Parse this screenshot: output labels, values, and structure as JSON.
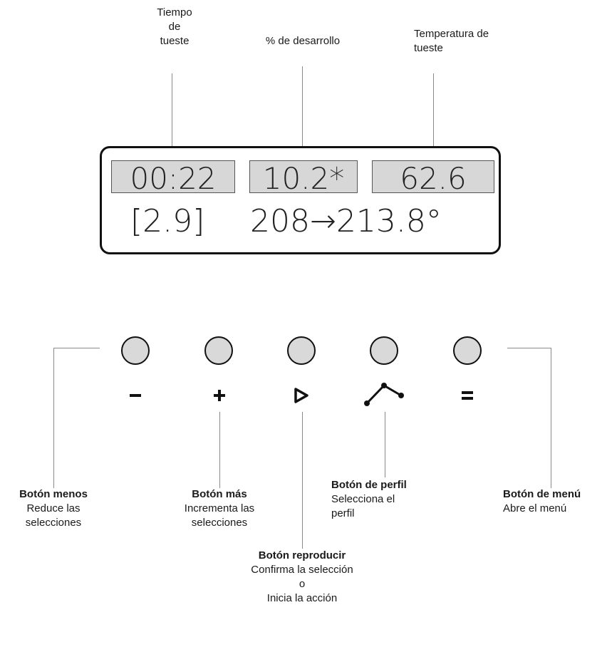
{
  "callouts_top": {
    "time": [
      "Tiempo",
      "de",
      "tueste"
    ],
    "development": "% de desarrollo",
    "temperature": [
      "Temperatura de",
      "tueste"
    ]
  },
  "display": {
    "time": "00:22",
    "development": "10.2*",
    "temperature": "62.6",
    "bracket_value": "[2.9]",
    "temp_range": "208→213.8°"
  },
  "buttons": [
    {
      "symbol": "minus-icon",
      "title": "Botón menos",
      "desc": [
        "Reduce las",
        "selecciones"
      ]
    },
    {
      "symbol": "plus-icon",
      "title": "Botón más",
      "desc": [
        "Incrementa las",
        "selecciones"
      ]
    },
    {
      "symbol": "play-icon",
      "title": "Botón reproducir",
      "desc": [
        "Confirma la selección",
        "o",
        "Inicia la acción"
      ]
    },
    {
      "symbol": "profile-icon",
      "title": "Botón de perfil",
      "desc": [
        "Selecciona el",
        "perfil"
      ]
    },
    {
      "symbol": "menu-icon",
      "title": "Botón de menú",
      "desc": [
        "Abre el menú"
      ]
    }
  ]
}
